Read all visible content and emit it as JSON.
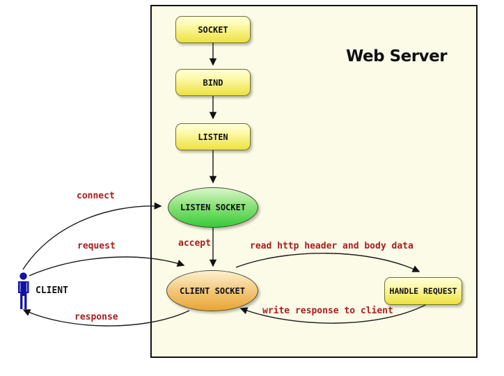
{
  "title": "Web Server",
  "nodes": {
    "socket": {
      "label": "SOCKET"
    },
    "bind": {
      "label": "BIND"
    },
    "listen": {
      "label": "LISTEN"
    },
    "listen_socket": {
      "label": "LISTEN SOCKET"
    },
    "client_socket": {
      "label": "CLIENT SOCKET"
    },
    "handle_request": {
      "label": "HANDLE REQUEST"
    },
    "client": {
      "label": "CLIENT"
    }
  },
  "edge_labels": {
    "connect": "connect",
    "request": "request",
    "response": "response",
    "accept": "accept",
    "read_http": "read http header and body data",
    "write_response": "write response to client"
  },
  "icons": {
    "client": "person-icon"
  },
  "colors": {
    "server_box_bg": "#FBFBE8",
    "server_box_border": "#111111",
    "node_yellow_top": "#FFFFD9",
    "node_yellow_bottom": "#EDE13F",
    "node_yellow_border": "#70702C",
    "ellipse_green_top": "#D9F6CA",
    "ellipse_green_bottom": "#38CB38",
    "ellipse_orange_top": "#FCF0CE",
    "ellipse_orange_bottom": "#E9A434",
    "edge_label_red": "#AA1C1C",
    "client_blue": "#1212A8",
    "arrow_color": "#111111"
  }
}
